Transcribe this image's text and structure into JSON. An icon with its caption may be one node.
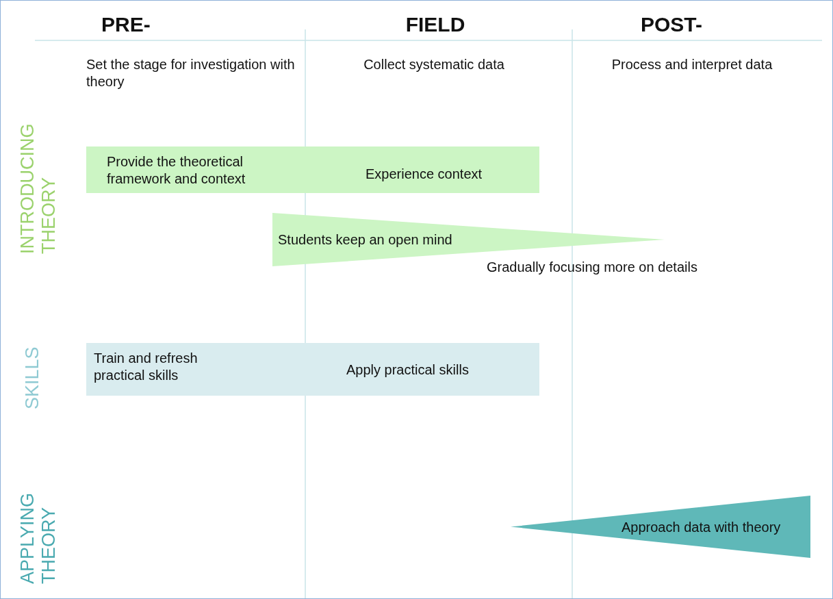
{
  "diagram": {
    "nodes": [
      {
        "text": [
          "Provide the theoretical framework and context",
          "Experience context"
        ]
      },
      {
        "text": [
          "Students keep an open mind"
        ],
        "beside": [
          "Gradually focusing more on details"
        ]
      },
      {
        "text": [
          "Train and refresh practical skills",
          "Apply practical skills"
        ]
      },
      {
        "text": [
          "Approach data with theory"
        ]
      }
    ],
    "edges": [],
    "labels": [
      "PRE-",
      "FIELD",
      "POST-",
      "Set the stage for investigation with theory",
      "Collect systematic data",
      "Process and interpret data",
      "INTRODUCING THEORY",
      "SKILLS",
      "APPLYING THEORY"
    ]
  }
}
